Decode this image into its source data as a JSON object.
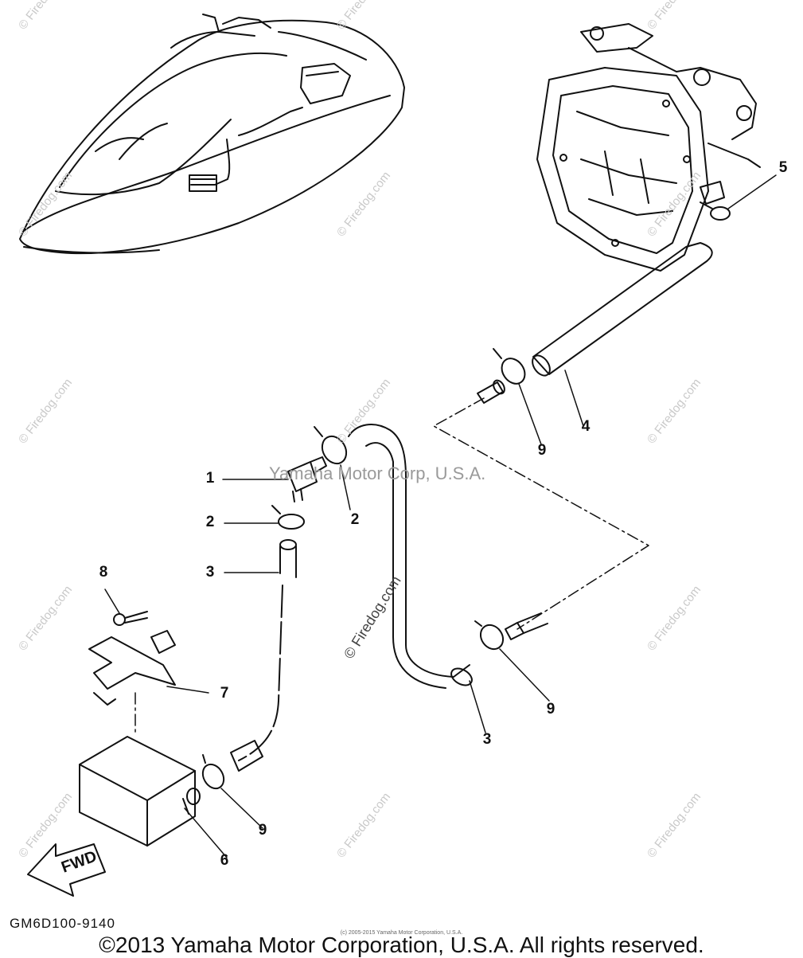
{
  "callouts": {
    "c1": "1",
    "c2a": "2",
    "c2b": "2",
    "c3a": "3",
    "c3b": "3",
    "c4": "4",
    "c5": "5",
    "c6": "6",
    "c7": "7",
    "c8": "8",
    "c9a": "9",
    "c9b": "9",
    "c9c": "9"
  },
  "watermark": {
    "site": "© Firedog.com",
    "center": "© Firedog.com",
    "corp": "Yamaha Motor Corp, U.S.A."
  },
  "arrow_label": "FWD",
  "part_number": "GM6D100-9140",
  "small_copyright": "(c) 2005-2015 Yamaha Motor Corporation, U.S.A.",
  "copyright": "©2013 Yamaha Motor Corporation, U.S.A. All rights reserved."
}
